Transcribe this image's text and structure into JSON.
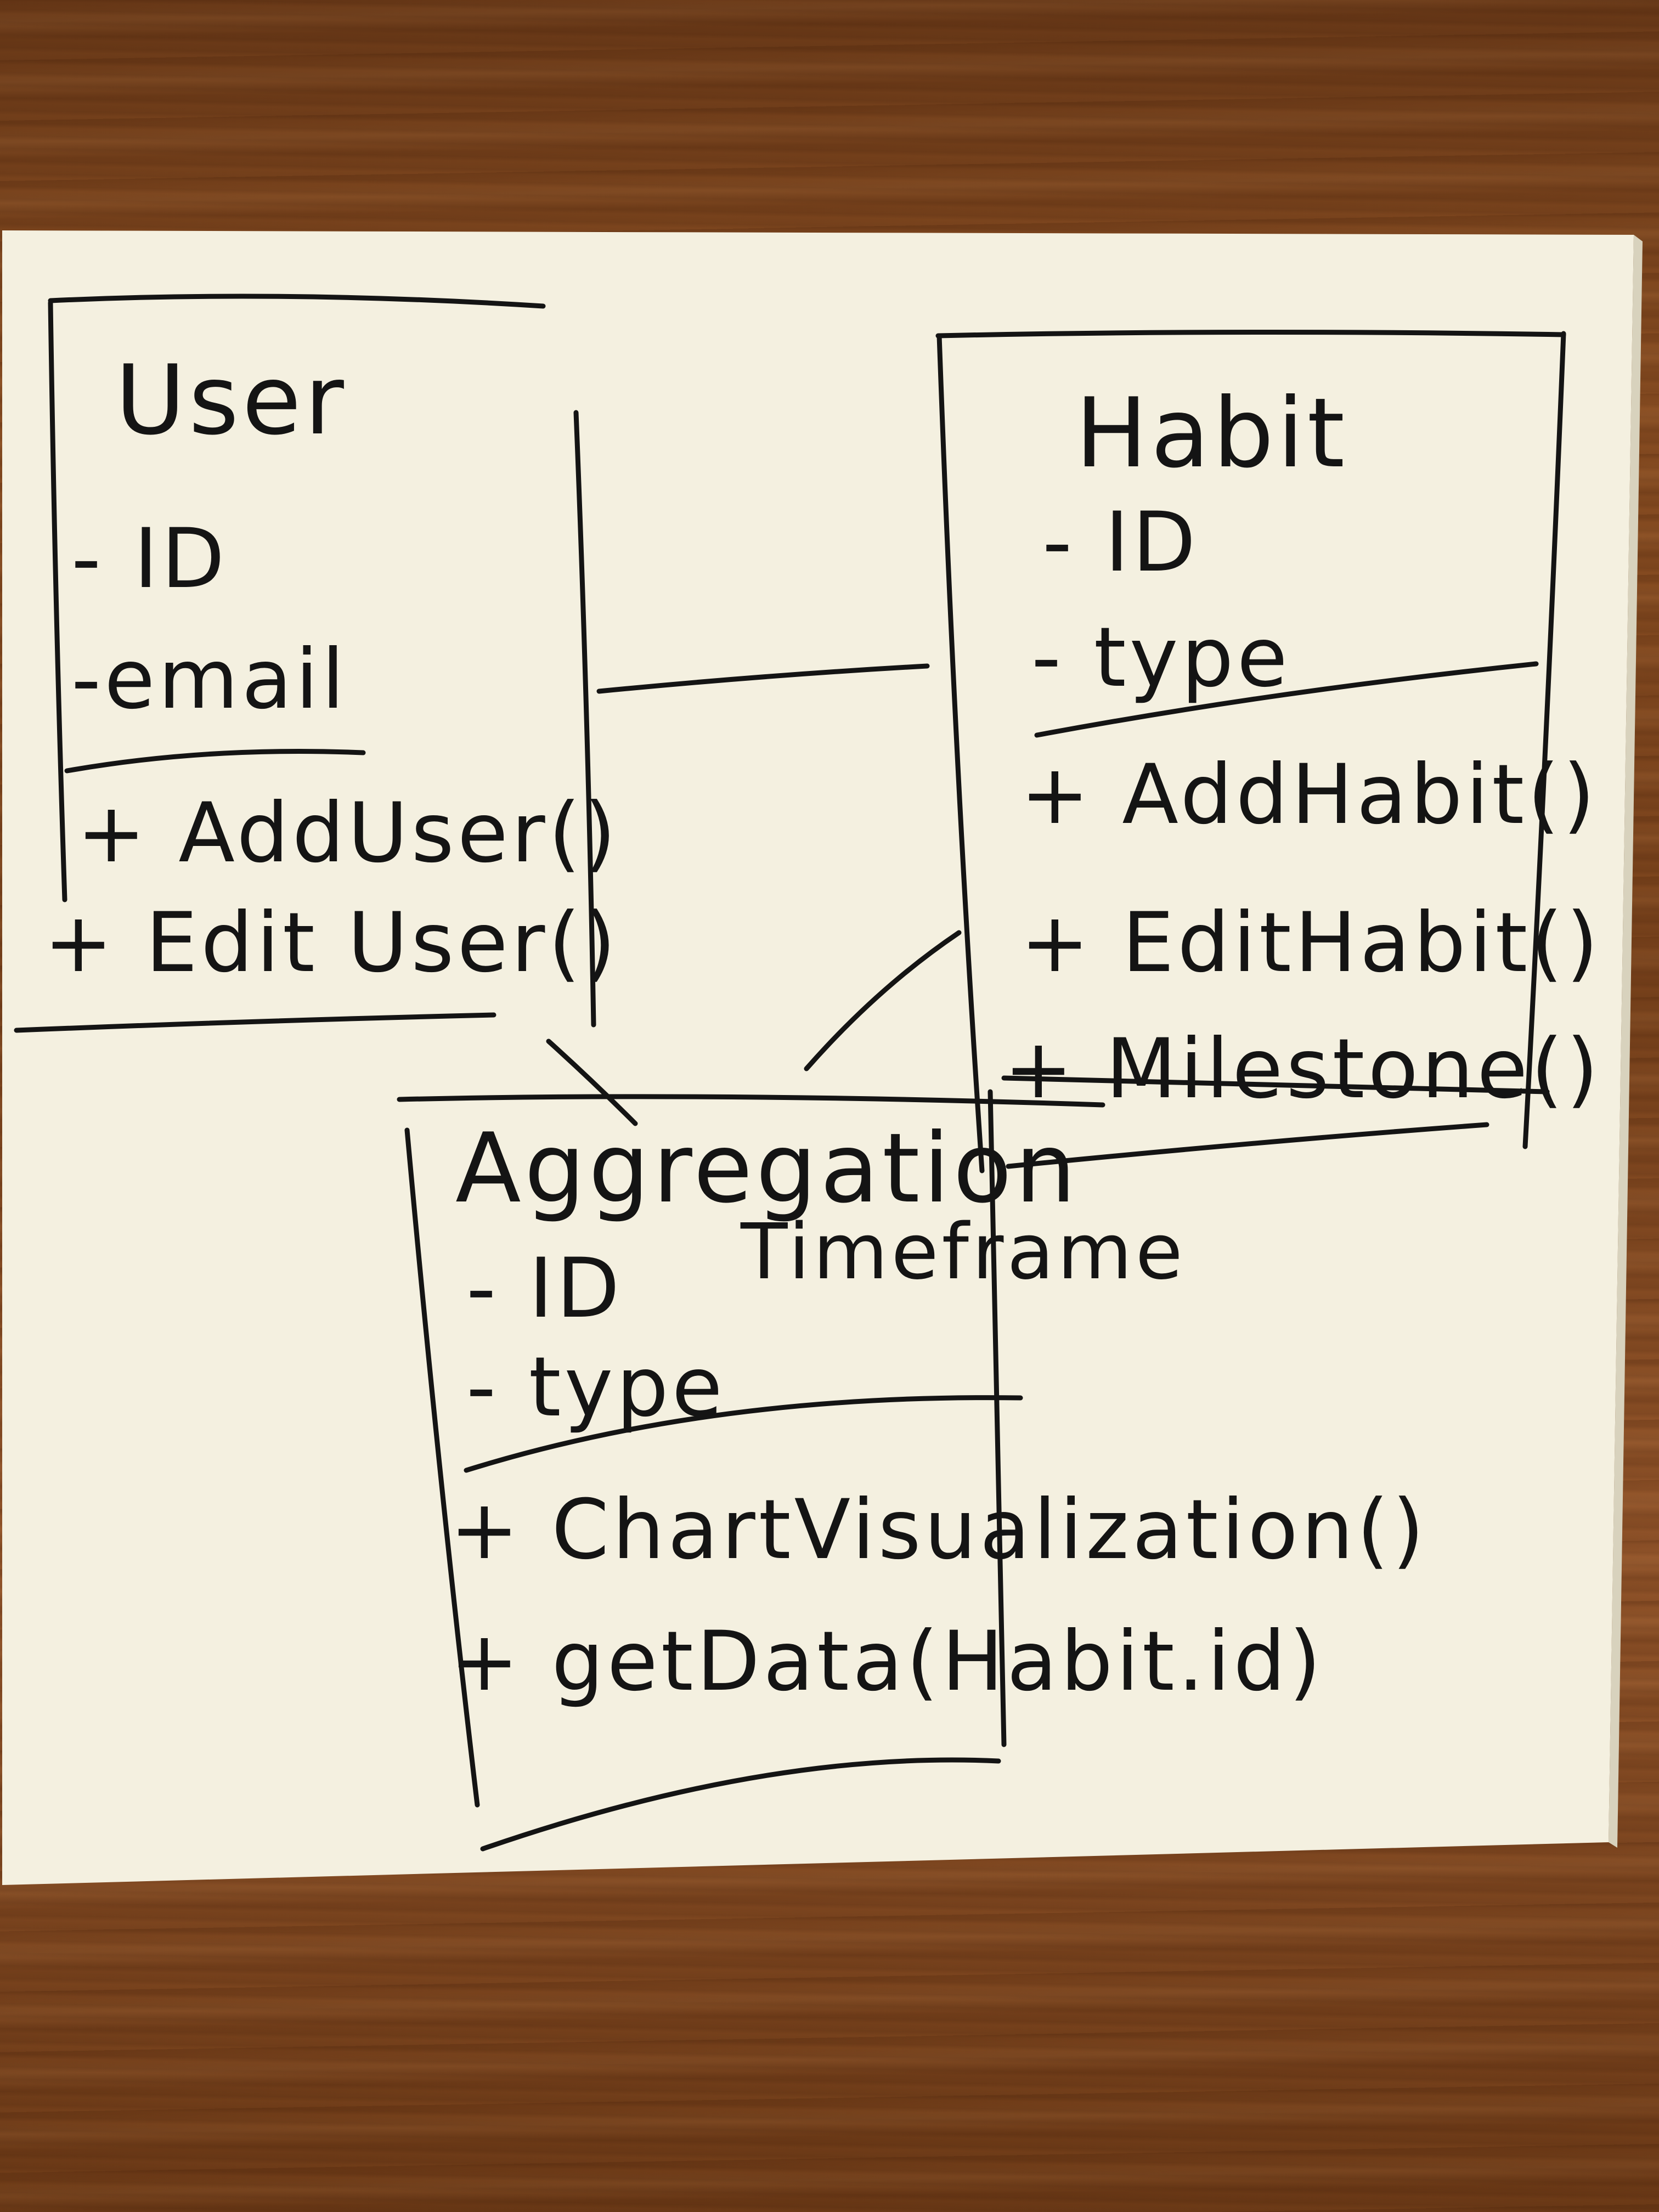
{
  "colors": {
    "paper": "#f4f0e0",
    "ink": "#141414",
    "desk": "#7a431c"
  },
  "classes": {
    "user": {
      "name": "User",
      "attributes": [
        "- ID",
        "-email"
      ],
      "methods": [
        "+ AddUser()",
        "+ Edit User()"
      ]
    },
    "habit": {
      "name": "Habit",
      "attributes": [
        "- ID",
        "- type"
      ],
      "methods": [
        "+ AddHabit()",
        "+ EditHabit()",
        "+ Milestone()"
      ]
    },
    "aggregation": {
      "name": "Aggregation",
      "attributes": [
        "- ID",
        "Timeframe",
        "- type"
      ],
      "methods": [
        "+ ChartVisualization()",
        "+ getData(Habit.id)"
      ]
    }
  }
}
